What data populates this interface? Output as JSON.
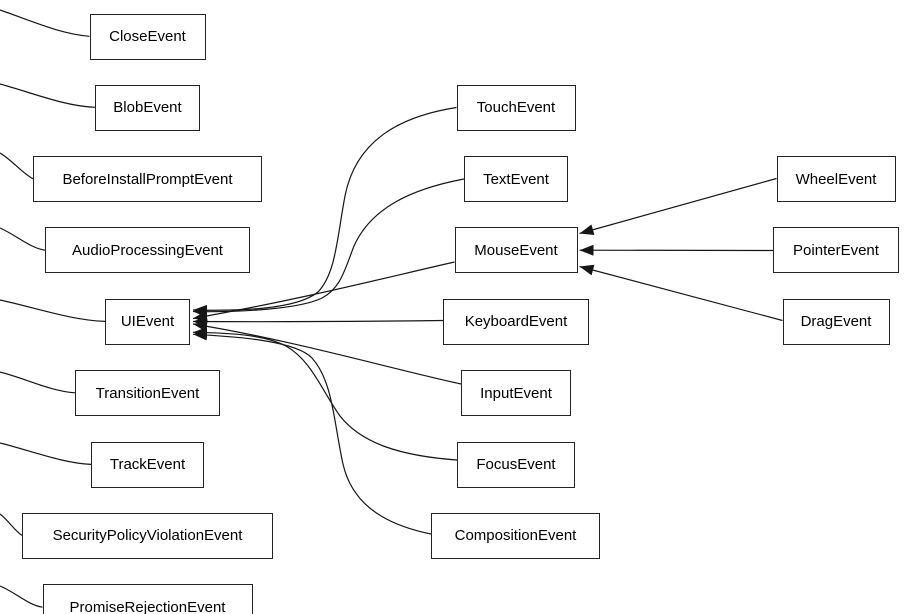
{
  "diagram_type": "class-inheritance-graph",
  "nodes": {
    "closeEvent": {
      "label": "CloseEvent"
    },
    "blobEvent": {
      "label": "BlobEvent"
    },
    "beforeInstallPromptEvent": {
      "label": "BeforeInstallPromptEvent"
    },
    "audioProcessingEvent": {
      "label": "AudioProcessingEvent"
    },
    "uiEvent": {
      "label": "UIEvent"
    },
    "transitionEvent": {
      "label": "TransitionEvent"
    },
    "trackEvent": {
      "label": "TrackEvent"
    },
    "securityPolicyViolationEvent": {
      "label": "SecurityPolicyViolationEvent"
    },
    "promiseRejectionEvent": {
      "label": "PromiseRejectionEvent"
    },
    "touchEvent": {
      "label": "TouchEvent"
    },
    "textEvent": {
      "label": "TextEvent"
    },
    "mouseEvent": {
      "label": "MouseEvent"
    },
    "keyboardEvent": {
      "label": "KeyboardEvent"
    },
    "inputEvent": {
      "label": "InputEvent"
    },
    "focusEvent": {
      "label": "FocusEvent"
    },
    "compositionEvent": {
      "label": "CompositionEvent"
    },
    "wheelEvent": {
      "label": "WheelEvent"
    },
    "pointerEvent": {
      "label": "PointerEvent"
    },
    "dragEvent": {
      "label": "DragEvent"
    }
  },
  "edges_with_arrowheads": [
    {
      "from": "TouchEvent",
      "to": "UIEvent"
    },
    {
      "from": "TextEvent",
      "to": "UIEvent"
    },
    {
      "from": "MouseEvent",
      "to": "UIEvent"
    },
    {
      "from": "KeyboardEvent",
      "to": "UIEvent"
    },
    {
      "from": "InputEvent",
      "to": "UIEvent"
    },
    {
      "from": "FocusEvent",
      "to": "UIEvent"
    },
    {
      "from": "CompositionEvent",
      "to": "UIEvent"
    },
    {
      "from": "WheelEvent",
      "to": "MouseEvent"
    },
    {
      "from": "PointerEvent",
      "to": "MouseEvent"
    },
    {
      "from": "DragEvent",
      "to": "MouseEvent"
    }
  ],
  "edges_to_offscreen_left": [
    {
      "to": "CloseEvent"
    },
    {
      "to": "BlobEvent"
    },
    {
      "to": "BeforeInstallPromptEvent"
    },
    {
      "to": "AudioProcessingEvent"
    },
    {
      "to": "UIEvent"
    },
    {
      "to": "TransitionEvent"
    },
    {
      "to": "TrackEvent"
    },
    {
      "to": "SecurityPolicyViolationEvent"
    },
    {
      "to": "PromiseRejectionEvent"
    }
  ],
  "colors": {
    "background": "#ffffff",
    "node_fill": "#ffffff",
    "node_border": "#242424",
    "edge": "#161616",
    "text": "#000000"
  }
}
